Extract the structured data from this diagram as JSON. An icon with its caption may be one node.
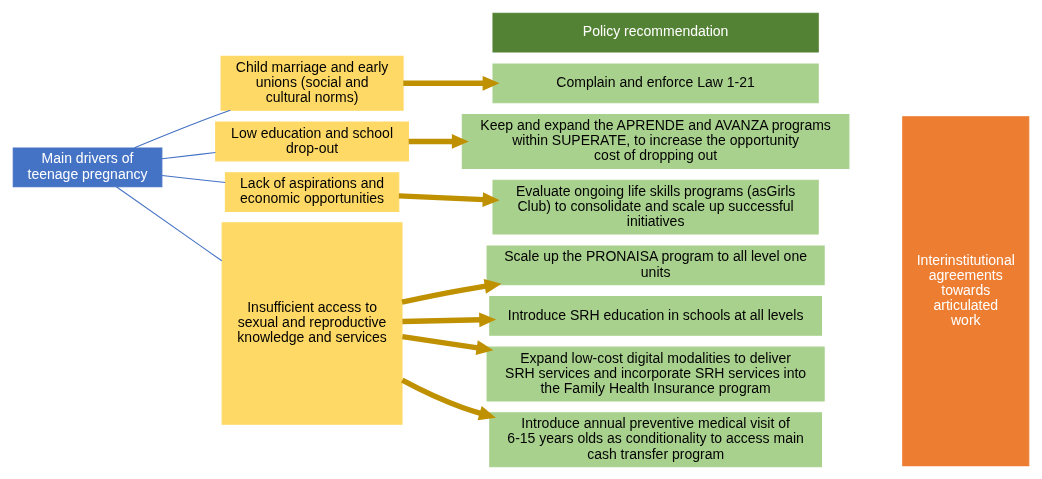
{
  "diagram": {
    "nodes": [
      {
        "text": [
          "Main drivers of teenage pregnancy"
        ]
      },
      {
        "text": [
          "Child marriage and early unions (social and cultural norms)"
        ]
      },
      {
        "text": [
          "Low education and school drop-out"
        ]
      },
      {
        "text": [
          "Lack of aspirations and economic opportunities"
        ]
      },
      {
        "text": [
          "Insufficient access to sexual and reproductive knowledge and services"
        ]
      },
      {
        "text": [
          "Policy recommendation"
        ]
      },
      {
        "text": [
          "Complain and enforce Law 1-21"
        ]
      },
      {
        "text": [
          "Keep and expand the APRENDE and AVANZA programs within SUPERATE, to increase the opportunity cost of dropping out"
        ]
      },
      {
        "text": [
          "Evaluate ongoing life skills programs (asGirls Club) to consolidate and scale up successful initiatives"
        ]
      },
      {
        "text": [
          "Scale up the PRONAISA program to all level one units"
        ]
      },
      {
        "text": [
          "Introduce SRH education in schools at all levels"
        ]
      },
      {
        "text": [
          "Expand low-cost digital modalities to deliver SRH services and incorporate SRH services into the Family Health Insurance program"
        ]
      },
      {
        "text": [
          "Introduce annual preventive medical visit of 6-15 years olds as conditionality to access main cash transfer program"
        ]
      },
      {
        "text": [
          "Interinstitutional agreements towards articulated work"
        ]
      }
    ],
    "edges": [
      {
        "from": 0,
        "to": 1,
        "arrow": "none",
        "color": "#4472c4"
      },
      {
        "from": 0,
        "to": 2,
        "arrow": "none",
        "color": "#4472c4"
      },
      {
        "from": 0,
        "to": 3,
        "arrow": "none",
        "color": "#4472c4"
      },
      {
        "from": 0,
        "to": 4,
        "arrow": "none",
        "color": "#4472c4"
      },
      {
        "from": 1,
        "to": 6,
        "arrow": "to",
        "color": "#bf9000"
      },
      {
        "from": 2,
        "to": 7,
        "arrow": "to",
        "color": "#bf9000"
      },
      {
        "from": 3,
        "to": 8,
        "arrow": "to",
        "color": "#bf9000"
      },
      {
        "from": 4,
        "to": 9,
        "arrow": "to",
        "color": "#bf9000"
      },
      {
        "from": 4,
        "to": 10,
        "arrow": "to",
        "color": "#bf9000"
      },
      {
        "from": 4,
        "to": 11,
        "arrow": "to",
        "color": "#bf9000"
      },
      {
        "from": 4,
        "to": 12,
        "arrow": "to",
        "color": "#bf9000"
      }
    ]
  }
}
